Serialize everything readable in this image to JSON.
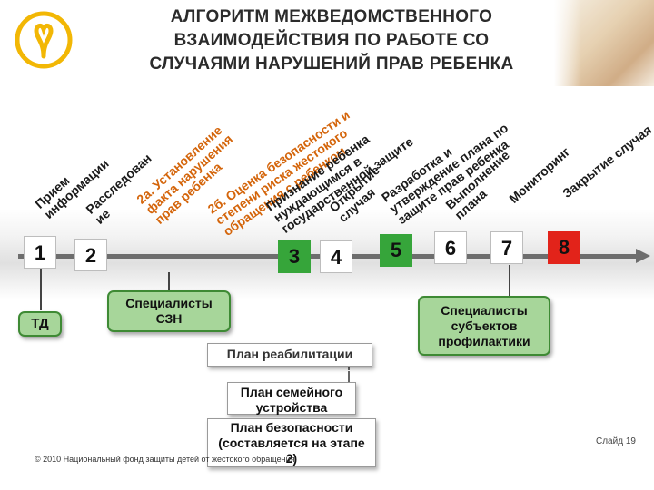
{
  "title": "АЛГОРИТМ МЕЖВЕДОМСТВЕННОГО\nВЗАИМОДЕЙСТВИЯ ПО РАБОТЕ СО\nСЛУЧАЯМИ НАРУШЕНИЙ ПРАВ РЕБЕНКА",
  "stages": [
    {
      "number": "1",
      "style": "white",
      "label": "Прием\nинформации"
    },
    {
      "number": "2",
      "style": "white",
      "label": "Расследован\nие"
    },
    {
      "number": "",
      "style": "none",
      "label": "2а. Установление\nфакта нарушения\nправ ребенка"
    },
    {
      "number": "",
      "style": "none",
      "label": "2б. Оценка безопасности и\nстепени риска жестокого\nобращения с ребенком"
    },
    {
      "number": "3",
      "style": "green",
      "label": "Признание ребенка\nнуждающимся в\nгосударственной защите"
    },
    {
      "number": "4",
      "style": "white",
      "label": "Открытие\nслучая"
    },
    {
      "number": "5",
      "style": "green",
      "label": "Разработка и\nутверждение плана по\nзащите прав ребенка"
    },
    {
      "number": "6",
      "style": "white",
      "label": "Выполнение\nплана"
    },
    {
      "number": "7",
      "style": "white",
      "label": "Мониторинг"
    },
    {
      "number": "8",
      "style": "red",
      "label": "Закрытие случая"
    }
  ],
  "boxes": {
    "td": "ТД",
    "szn": "Специалисты\nСЗН",
    "prevention": "Специалисты\nсубъектов\nпрофилактики",
    "rehab_plan": "План реабилитации",
    "family_plan": "План семейного\nустройства",
    "safety_plan": "План безопасности\n(составляется на этапе\n2)"
  },
  "footer": "© 2010 Национальный фонд защиты детей от жестокого обращения",
  "slide_number": "Слайд 19",
  "colors": {
    "green": "#36a53a",
    "red": "#e2231a",
    "yellow": "#f2b705",
    "stage_orange": "#d4650b",
    "box_green": "#a7d69a"
  },
  "icons": {
    "logo": "family-logo-icon"
  }
}
